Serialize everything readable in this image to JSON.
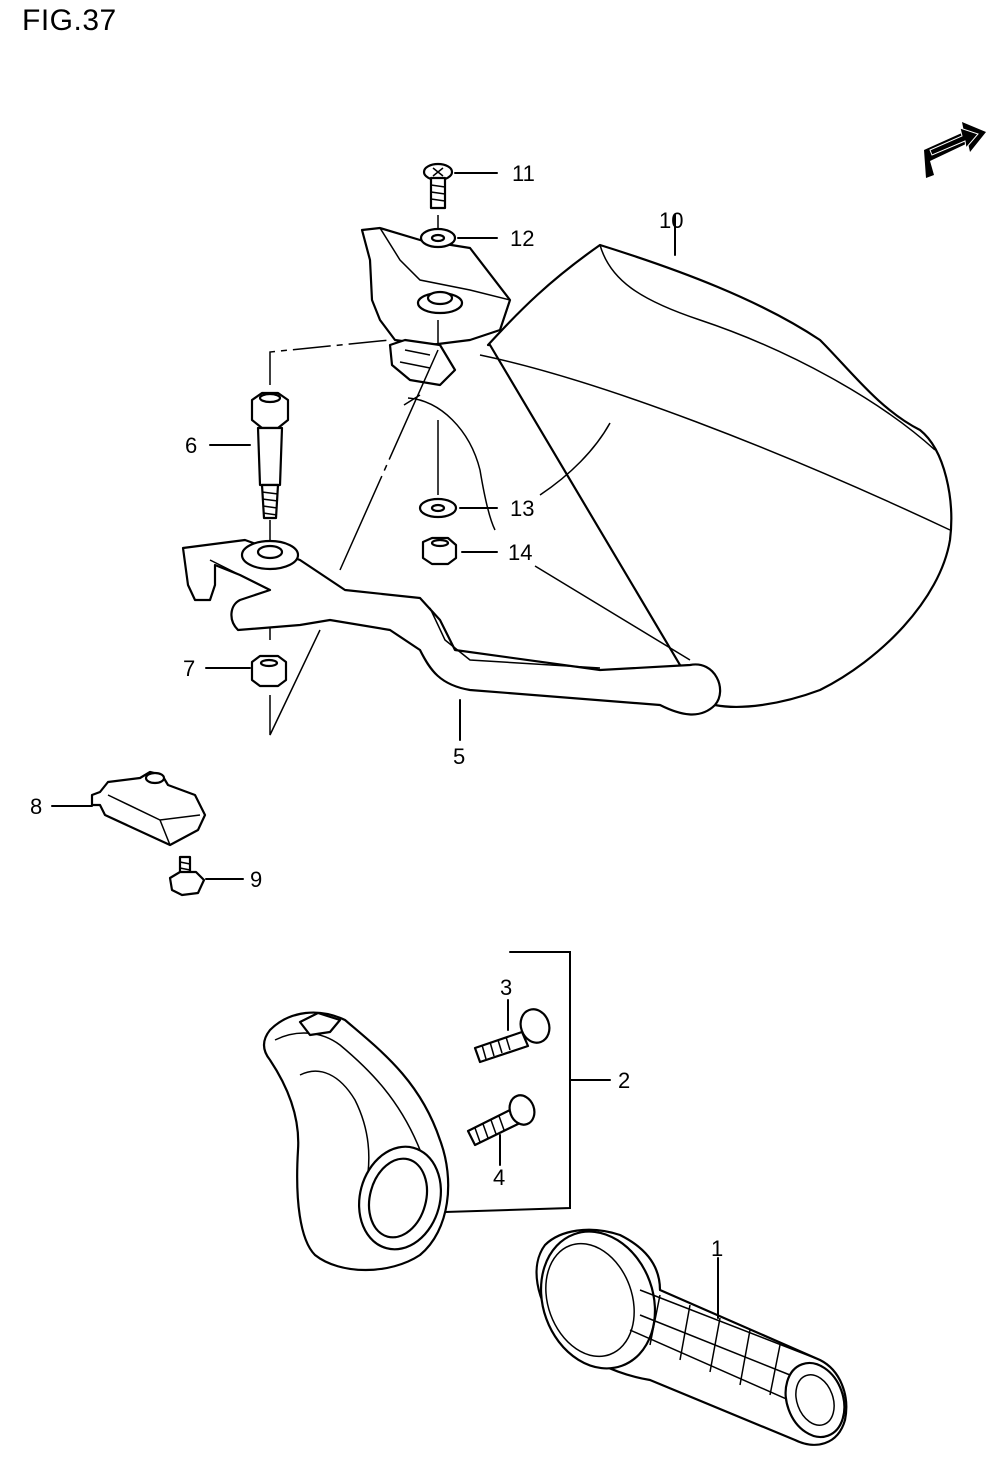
{
  "figure": {
    "title": "FIG.37"
  },
  "direction_badge": {
    "text": "FWD"
  },
  "callouts": [
    {
      "id": "1",
      "text": "1"
    },
    {
      "id": "2",
      "text": "2"
    },
    {
      "id": "3",
      "text": "3"
    },
    {
      "id": "4",
      "text": "4"
    },
    {
      "id": "5",
      "text": "5"
    },
    {
      "id": "6",
      "text": "6"
    },
    {
      "id": "7",
      "text": "7"
    },
    {
      "id": "8",
      "text": "8"
    },
    {
      "id": "9",
      "text": "9"
    },
    {
      "id": "10",
      "text": "10"
    },
    {
      "id": "11",
      "text": "11"
    },
    {
      "id": "12",
      "text": "12"
    },
    {
      "id": "13",
      "text": "13"
    },
    {
      "id": "14",
      "text": "14"
    }
  ]
}
